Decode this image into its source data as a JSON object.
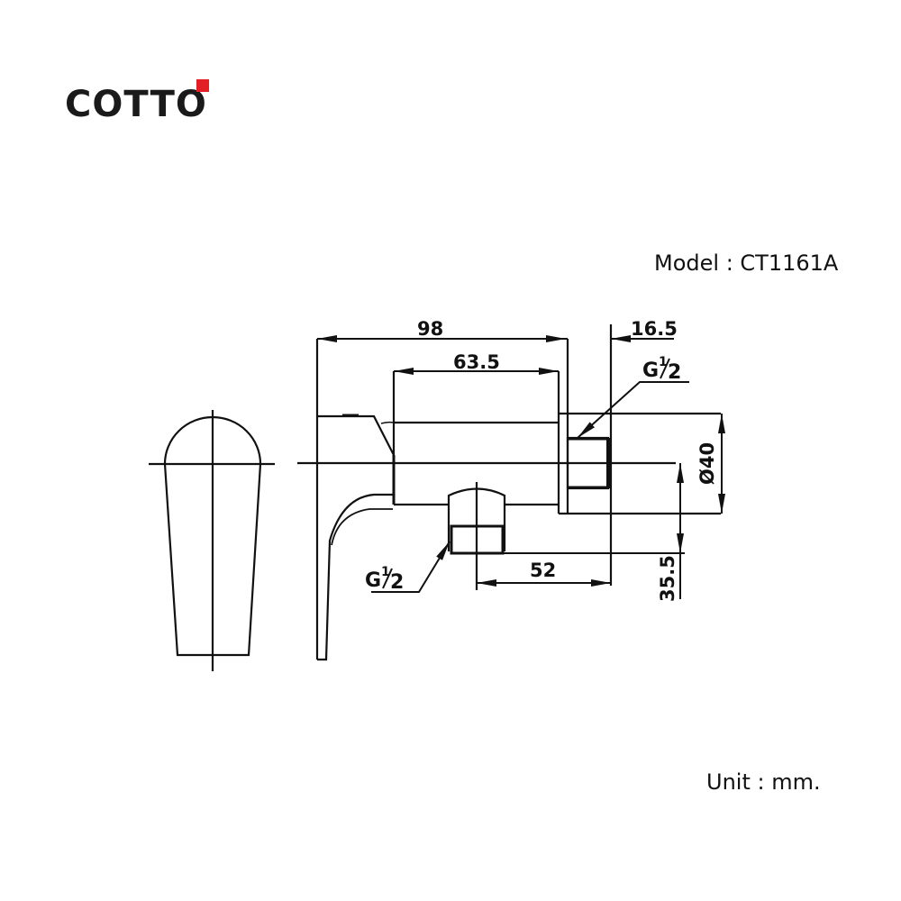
{
  "brand": {
    "name": "COTTO",
    "accent_color": "#e31e24"
  },
  "model": {
    "label": "Model : CT1161A",
    "code": "CT1161A"
  },
  "unit": {
    "label": "Unit : mm."
  },
  "dimensions": {
    "overall_length": "98",
    "body_length": "63.5",
    "flange_width": "16.5",
    "outlet_offset": "52",
    "center_height": "35.5",
    "diameter": "Ø40"
  },
  "threads": {
    "top_outlet": {
      "main": "G",
      "num": "1",
      "den": "2"
    },
    "bottom_outlet": {
      "main": "G",
      "num": "1",
      "den": "2"
    }
  },
  "views": [
    "front-handle-view",
    "side-view"
  ]
}
